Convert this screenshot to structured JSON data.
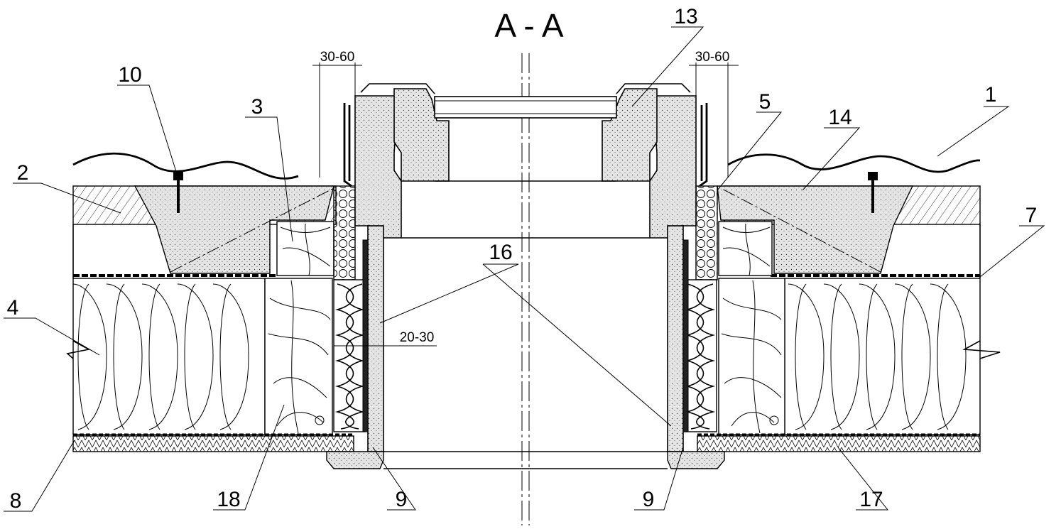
{
  "title": "A - A",
  "dimensions": {
    "flashing_gap_left": "30-60",
    "flashing_gap_right": "30-60",
    "insulation_gap": "20-30"
  },
  "callouts": {
    "c1": "1",
    "c2": "2",
    "c3": "3",
    "c4": "4",
    "c5": "5",
    "c7": "7",
    "c8": "8",
    "c9_left": "9",
    "c9_right": "9",
    "c10": "10",
    "c13": "13",
    "c14": "14",
    "c16": "16",
    "c17": "17",
    "c18": "18"
  },
  "colors": {
    "line": "#000000",
    "stipple_fill": "#dcdcdc",
    "background": "#ffffff"
  }
}
